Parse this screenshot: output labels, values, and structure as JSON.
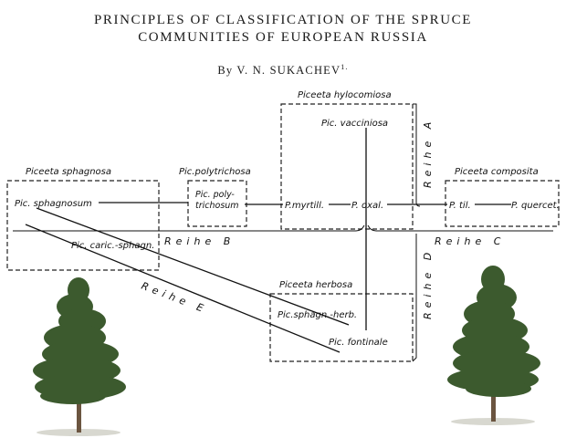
{
  "header": {
    "title_line1": "PRINCIPLES OF CLASSIFICATION OF THE SPRUCE",
    "title_line2": "COMMUNITIES OF EUROPEAN RUSSIA",
    "author": "By V. N. SUKACHEV",
    "author_mark": "1."
  },
  "groups": {
    "sphagnosa": "Piceeta sphagnosa",
    "polytrichosa": "Pic.polytrichosa",
    "hylocomiosa": "Piceeta hylocomiosa",
    "composita": "Piceeta composita",
    "herbosa": "Piceeta herbosa"
  },
  "nodes": {
    "sphagnosum": "Pic. sphagnosum",
    "caric_sphagn": "Pic. caric.-sphagn.",
    "polytrichosum_1": "Pic. poly-",
    "polytrichosum_2": "trichosum",
    "myrtill": "P.myrtill.",
    "oxal": "P. oxal.",
    "vacciniosa": "Pic. vacciniosa",
    "til": "P. til.",
    "quercet": "P. quercet.",
    "sphagn_herb": "Pic.sphagn.-herb.",
    "fontinale": "Pic. fontinale"
  },
  "series": {
    "reihe_a": "Reihe A",
    "reihe_b": "Reihe B",
    "reihe_c": "Reihe C",
    "reihe_d": "Reihe D",
    "reihe_e": "Reihe E"
  },
  "decor": {
    "left_tree": "spruce-tree-icon",
    "right_tree": "spruce-tree-icon",
    "tree_color": "#3c5a2e"
  }
}
